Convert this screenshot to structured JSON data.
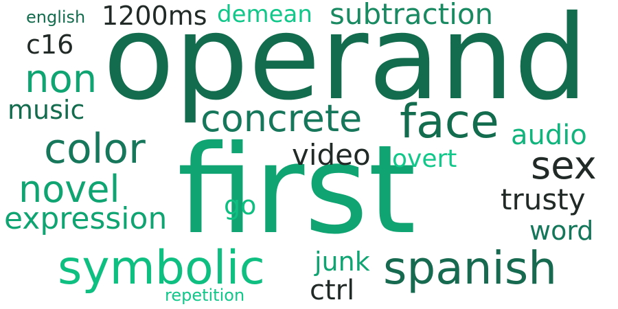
{
  "words": [
    {
      "text": "operand",
      "color": "#146c4f"
    },
    {
      "text": "first",
      "color": "#10a472"
    },
    {
      "text": "symbolic",
      "color": "#0fbf82"
    },
    {
      "text": "spanish",
      "color": "#17694f"
    },
    {
      "text": "face",
      "color": "#136c4e"
    },
    {
      "text": "concrete",
      "color": "#16775a"
    },
    {
      "text": "color",
      "color": "#16775a"
    },
    {
      "text": "novel",
      "color": "#10a472"
    },
    {
      "text": "expression",
      "color": "#10a472"
    },
    {
      "text": "subtraction",
      "color": "#1a8a63"
    },
    {
      "text": "non",
      "color": "#10a472"
    },
    {
      "text": "sex",
      "color": "#222a27"
    },
    {
      "text": "trusty",
      "color": "#222a27"
    },
    {
      "text": "video",
      "color": "#222a27"
    },
    {
      "text": "audio",
      "color": "#11b47d"
    },
    {
      "text": "overt",
      "color": "#11c789"
    },
    {
      "text": "word",
      "color": "#14775a"
    },
    {
      "text": "junk",
      "color": "#10a472"
    },
    {
      "text": "ctrl",
      "color": "#222a27"
    },
    {
      "text": "go",
      "color": "#0fbf82"
    },
    {
      "text": "music",
      "color": "#146c4f"
    },
    {
      "text": "c16",
      "color": "#222a27"
    },
    {
      "text": "1200ms",
      "color": "#222a27"
    },
    {
      "text": "demean",
      "color": "#11c789"
    },
    {
      "text": "english",
      "color": "#146c4f"
    },
    {
      "text": "repetition",
      "color": "#11c789"
    }
  ]
}
